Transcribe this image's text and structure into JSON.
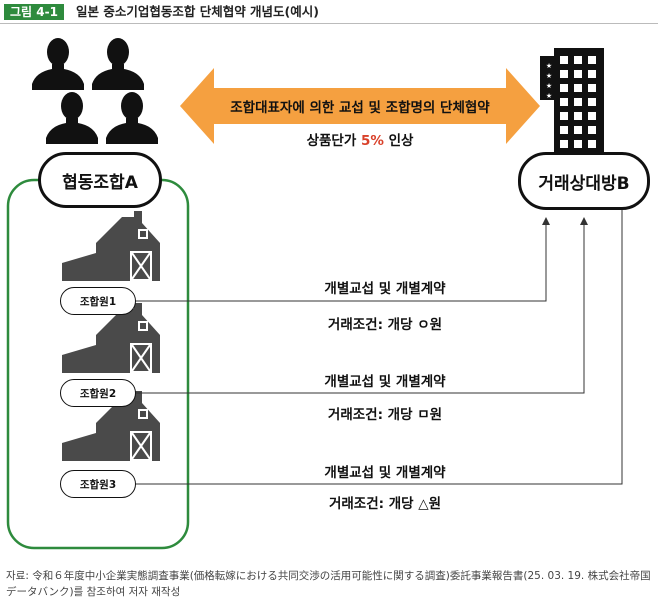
{
  "figure": {
    "tag": "그림 4-1",
    "title": "일본 중소기업협동조합 단체협약 개념도(예시)"
  },
  "union": {
    "label": "협동조합A"
  },
  "buyer": {
    "label": "거래상대방B"
  },
  "collective": {
    "arrow_label": "조합대표자에 의한 교섭 및 조합명의 단체협약",
    "price_prefix": "상품단가 ",
    "price_pct": "5%",
    "price_suffix": " 인상",
    "pct_color": "#d9412a"
  },
  "members": [
    {
      "label": "조합원1",
      "negotiation": "개별교섭 및 개별계약",
      "terms": "거래조건: 개당 ㅇ원"
    },
    {
      "label": "조합원2",
      "negotiation": "개별교섭 및 개별계약",
      "terms": "거래조건: 개당 ㅁ원"
    },
    {
      "label": "조합원3",
      "negotiation": "개별교섭 및 개별계약",
      "terms": "거래조건: 개당 △원"
    }
  ],
  "source": "자료: 令和６年度中小企業実態調査事業(価格転嫁における共同交渉の活用可能性に関する調査)委託事業報告書(25. 03. 19. 株式会社帝国データバンク)를 참조하여 저자 재작성",
  "colors": {
    "accent_green": "#2e8b3d",
    "arrow_orange": "#f5a040",
    "icon_gray": "#4a4a4a"
  }
}
